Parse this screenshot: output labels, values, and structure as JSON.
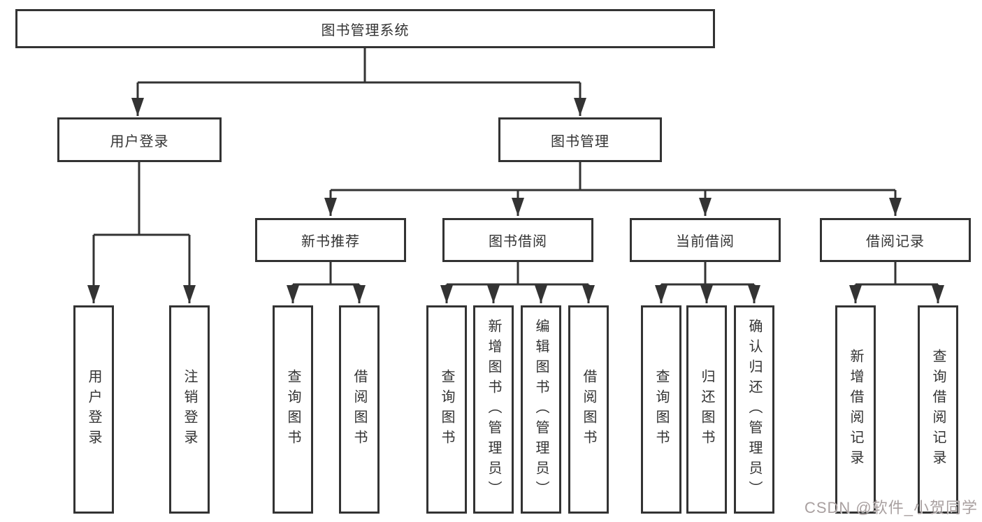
{
  "diagram": {
    "root": {
      "label": "图书管理系统"
    },
    "user_branch": {
      "label": "用户登录",
      "leaves": [
        {
          "label": "用户登录"
        },
        {
          "label": "注销登录"
        }
      ]
    },
    "book_branch": {
      "label": "图书管理",
      "groups": [
        {
          "label": "新书推荐",
          "leaves": [
            {
              "label": "查询图书"
            },
            {
              "label": "借阅图书"
            }
          ]
        },
        {
          "label": "图书借阅",
          "leaves": [
            {
              "label": "查询图书"
            },
            {
              "label": "新增图书（管理员）"
            },
            {
              "label": "编辑图书（管理员）"
            },
            {
              "label": "借阅图书"
            }
          ]
        },
        {
          "label": "当前借阅",
          "leaves": [
            {
              "label": "查询图书"
            },
            {
              "label": "归还图书"
            },
            {
              "label": "确认归还（管理员）"
            }
          ]
        },
        {
          "label": "借阅记录",
          "leaves": [
            {
              "label": "新增借阅记录"
            },
            {
              "label": "查询借阅记录"
            }
          ]
        }
      ]
    }
  },
  "watermark": {
    "text": "CSDN @软件_小贺同学",
    "color": "#a9a0a0"
  },
  "colors": {
    "line": "#333333",
    "box_border": "#333333",
    "box_background": "#ffffff",
    "text": "#333333",
    "background": "#ffffff"
  }
}
